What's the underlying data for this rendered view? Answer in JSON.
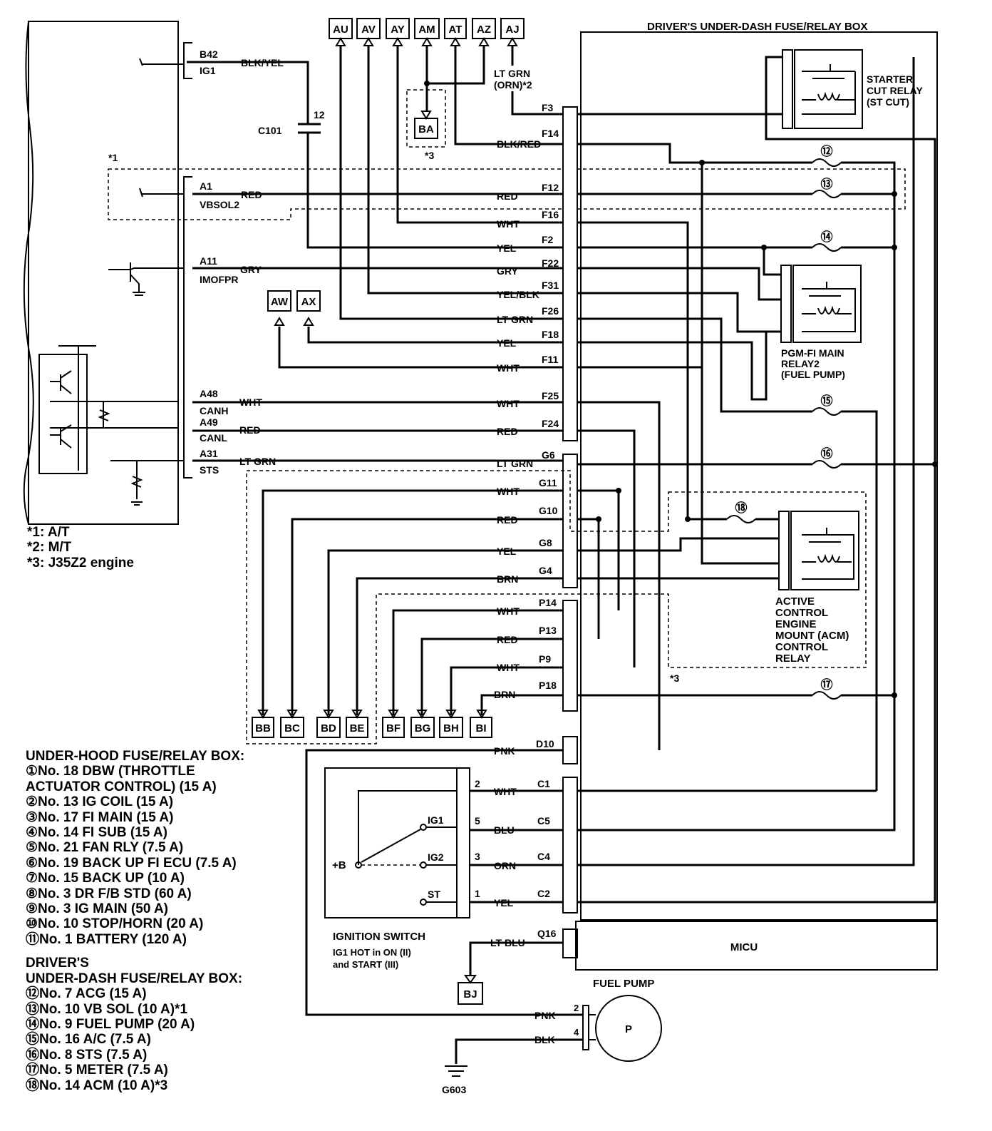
{
  "title": "DRIVER'S UNDER-DASH FUSE/RELAY BOX",
  "notes": [
    "*1: A/T",
    "*2: M/T",
    "*3: J35Z2 engine"
  ],
  "connectors_top": [
    "AU",
    "AV",
    "AY",
    "AM",
    "AT",
    "AZ",
    "AJ"
  ],
  "connectors_mid": [
    "AW",
    "AX"
  ],
  "connector_ba": "BA",
  "connectors_bottom": [
    "BB",
    "BC",
    "BD",
    "BE",
    "BF",
    "BG",
    "BH",
    "BI"
  ],
  "connector_bj": "BJ",
  "ecm_pins": {
    "b42": "B42",
    "ig1": "IG1",
    "blk_yel": "BLK/YEL",
    "c101": "C101",
    "c101_pin": "12",
    "a1": "A1",
    "a1_wire": "RED",
    "vbsol2": "VBSOL2",
    "a11": "A11",
    "a11_wire": "GRY",
    "imofpr": "IMOFPR",
    "a48": "A48",
    "a48_wire": "WHT",
    "canh": "CANH",
    "a49": "A49",
    "a49_wire": "RED",
    "canl": "CANL",
    "a31": "A31",
    "a31_wire": "LT GRN",
    "sts": "STS"
  },
  "note_refs": {
    "n1": "*1",
    "n3a": "*3",
    "n3b": "*3"
  },
  "wire_labels": {
    "lt_grn_orn": "LT GRN",
    "orn_m": "(ORN)*2",
    "f3": "F3",
    "f14": "F14",
    "f14w": "BLK/RED",
    "f12": "F12",
    "f12w": "RED",
    "f16": "F16",
    "f16w": "WHT",
    "f2": "F2",
    "f2w": "YEL",
    "f22": "F22",
    "f22w": "GRY",
    "f31": "F31",
    "f31w": "YEL/BLK",
    "f26": "F26",
    "f26w": "LT GRN",
    "f18": "F18",
    "f18w": "YEL",
    "f11": "F11",
    "f11w": "WHT",
    "f25": "F25",
    "f25w": "WHT",
    "f24": "F24",
    "f24w": "RED",
    "g6": "G6",
    "g6w": "LT GRN",
    "g11": "G11",
    "g11w": "WHT",
    "g10": "G10",
    "g10w": "RED",
    "g8": "G8",
    "g8w": "YEL",
    "g4": "G4",
    "g4w": "BRN",
    "p14": "P14",
    "p14w": "WHT",
    "p13": "P13",
    "p13w": "RED",
    "p9": "P9",
    "p9w": "WHT",
    "p18": "P18",
    "p18w": "BRN",
    "d10": "D10",
    "d10w": "PNK",
    "c1": "C1",
    "c1w": "WHT",
    "c5": "C5",
    "c5w": "BLU",
    "c4": "C4",
    "c4w": "ORN",
    "c2": "C2",
    "c2w": "YEL",
    "q16": "Q16",
    "q16w": "LT BLU",
    "pnk": "PNK",
    "blk": "BLK",
    "pin2": "2",
    "pin4": "4"
  },
  "fuses": [
    "⑫",
    "⑬",
    "⑭",
    "⑮",
    "⑯",
    "⑰",
    "⑱"
  ],
  "relays": {
    "starter_cut": [
      "STARTER",
      "CUT RELAY",
      "(ST CUT)"
    ],
    "pgm_fi": [
      "PGM-FI MAIN",
      "RELAY2",
      "(FUEL PUMP)"
    ],
    "acm": [
      "ACTIVE",
      "CONTROL",
      "ENGINE",
      "MOUNT (ACM)",
      "CONTROL",
      "RELAY"
    ]
  },
  "micu": "MICU",
  "fuel_pump": {
    "label": "FUEL PUMP",
    "symbol": "P"
  },
  "ground": "G603",
  "ignition_switch": {
    "title": "IGNITION SWITCH",
    "note": [
      "IG1 HOT in ON (II)",
      "and START (III)"
    ],
    "plus_b": "+B",
    "positions": [
      "IG1",
      "IG2",
      "ST"
    ],
    "pins": [
      "2",
      "5",
      "3",
      "1"
    ]
  },
  "legend": {
    "underhood_title": "UNDER-HOOD FUSE/RELAY BOX:",
    "underhood": [
      "①No. 18 DBW (THROTTLE",
      "ACTUATOR CONTROL) (15 A)",
      "②No. 13 IG COIL (15 A)",
      "③No. 17 FI MAIN (15 A)",
      "④No. 14 FI SUB (15 A)",
      "⑤No. 21 FAN RLY (7.5 A)",
      "⑥No. 19 BACK UP FI ECU (7.5 A)",
      "⑦No. 15 BACK UP (10 A)",
      "⑧No. 3 DR F/B STD (60 A)",
      "⑨No. 3 IG MAIN (50 A)",
      "⑩No. 10 STOP/HORN (20 A)",
      "⑪No. 1 BATTERY (120 A)"
    ],
    "underdash_title": [
      "DRIVER'S",
      "UNDER-DASH FUSE/RELAY BOX:"
    ],
    "underdash": [
      "⑫No. 7 ACG (15 A)",
      "⑬No. 10 VB SOL (10 A)*1",
      "⑭No. 9 FUEL PUMP (20 A)",
      "⑮No. 16 A/C (7.5 A)",
      "⑯No. 8 STS (7.5 A)",
      "⑰No. 5 METER (7.5 A)",
      "⑱No. 14 ACM (10 A)*3"
    ]
  }
}
